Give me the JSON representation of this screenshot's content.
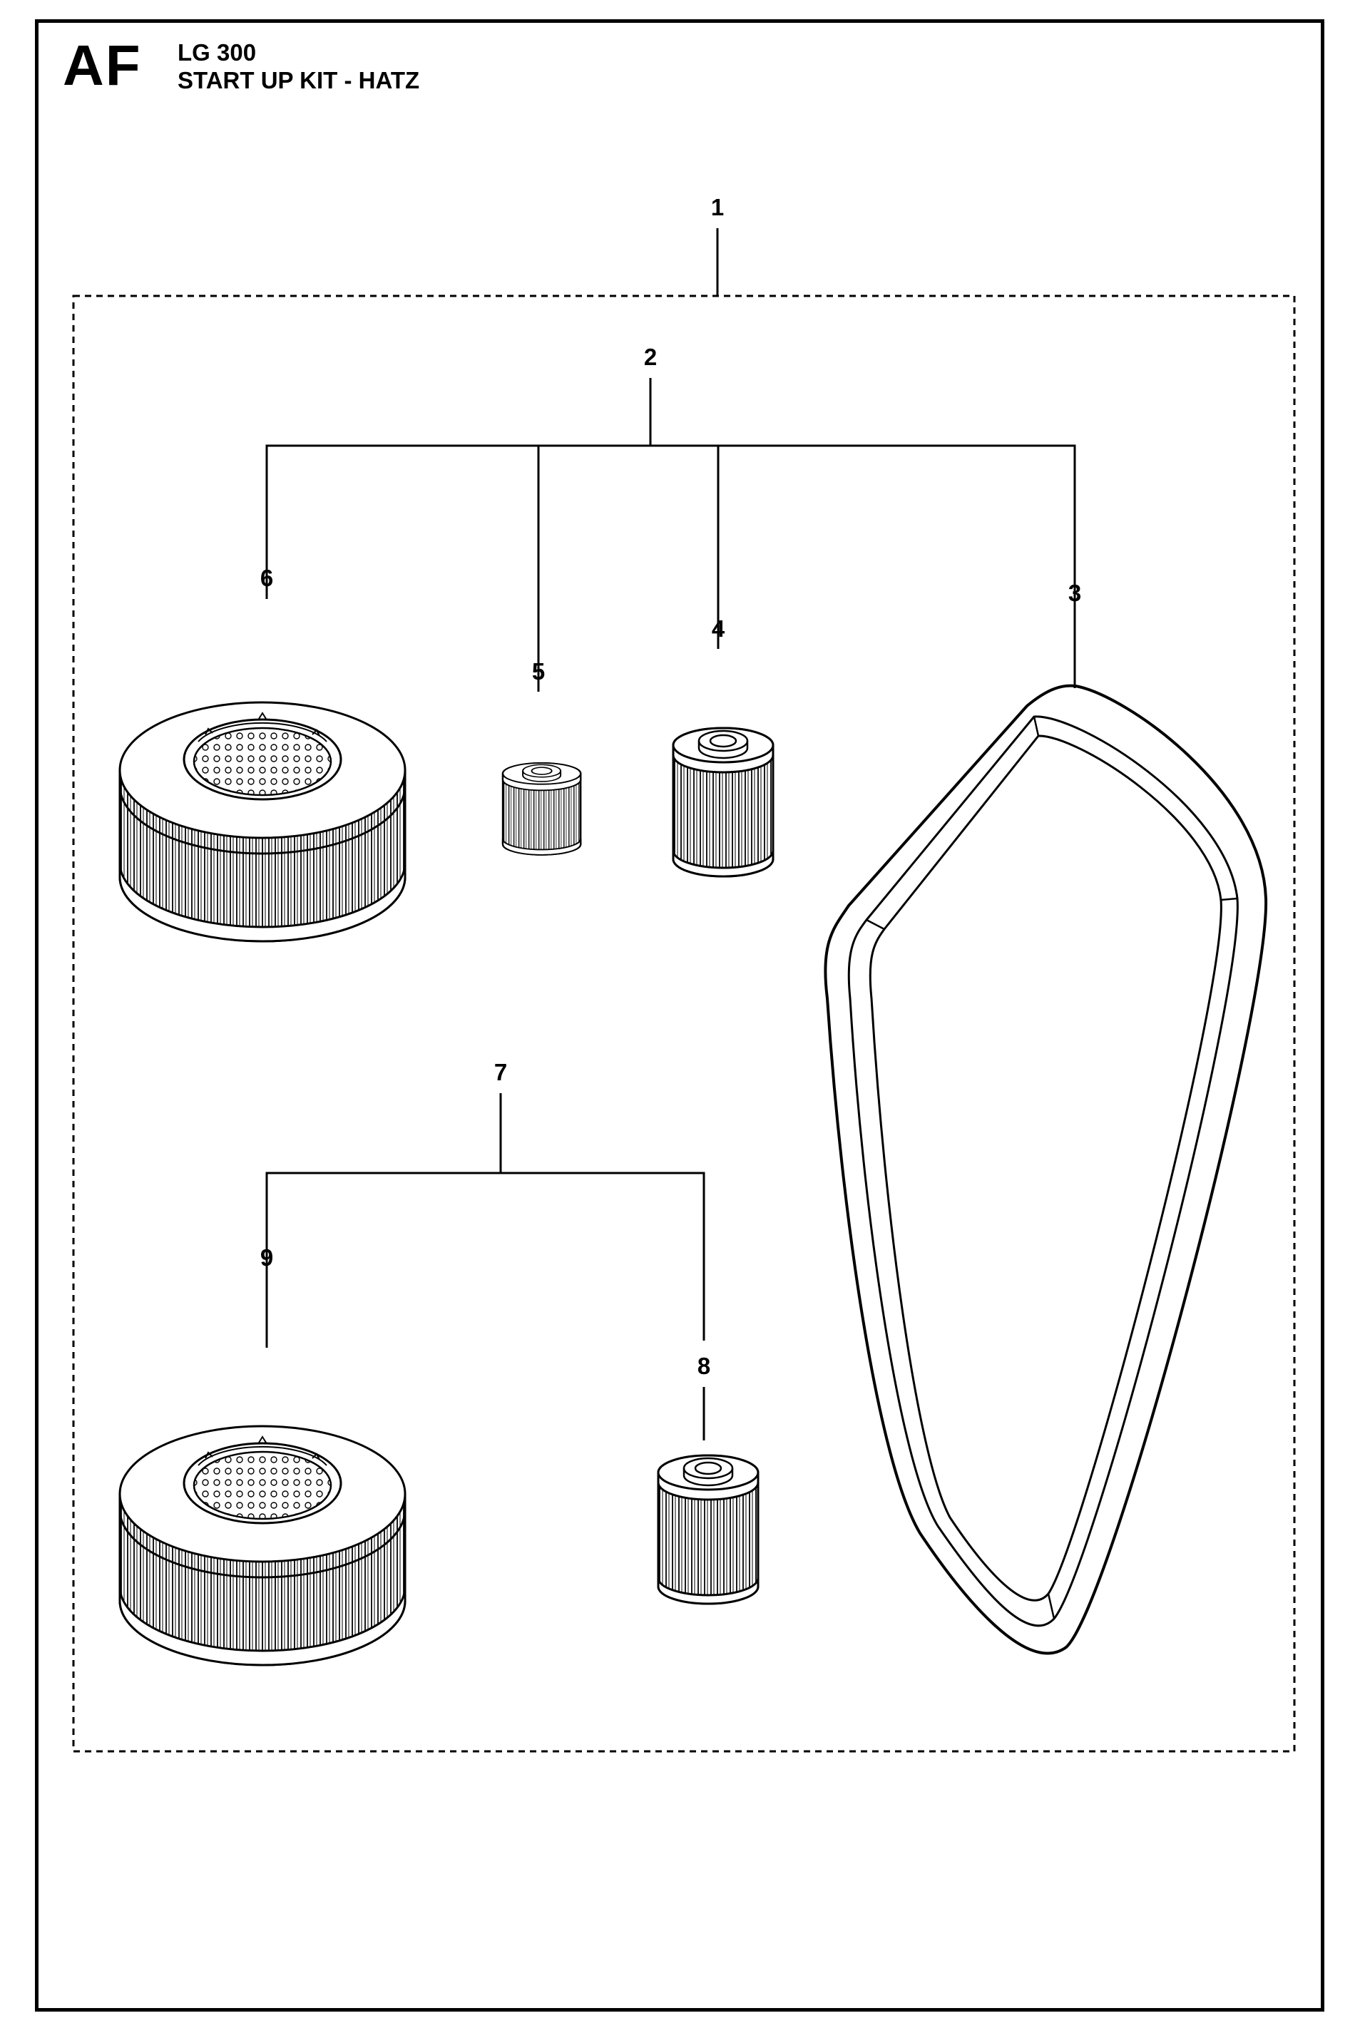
{
  "header": {
    "section_code": "AF",
    "model": "LG 300",
    "title": "START UP KIT - HATZ"
  },
  "callouts": [
    "1",
    "2",
    "3",
    "4",
    "5",
    "6",
    "7",
    "8",
    "9"
  ],
  "parts": [
    {
      "ref": "1",
      "part": "start-up-kit-enclosure"
    },
    {
      "ref": "2",
      "part": "filter-and-belt-group"
    },
    {
      "ref": "3",
      "part": "v-belt"
    },
    {
      "ref": "4",
      "part": "fuel-filter"
    },
    {
      "ref": "5",
      "part": "small-filter-insert"
    },
    {
      "ref": "6",
      "part": "air-filter"
    },
    {
      "ref": "7",
      "part": "filter-group"
    },
    {
      "ref": "8",
      "part": "fuel-filter"
    },
    {
      "ref": "9",
      "part": "air-filter"
    }
  ],
  "colors": {
    "line": "#000000",
    "background": "#ffffff",
    "shade": "#d9d9d9"
  }
}
